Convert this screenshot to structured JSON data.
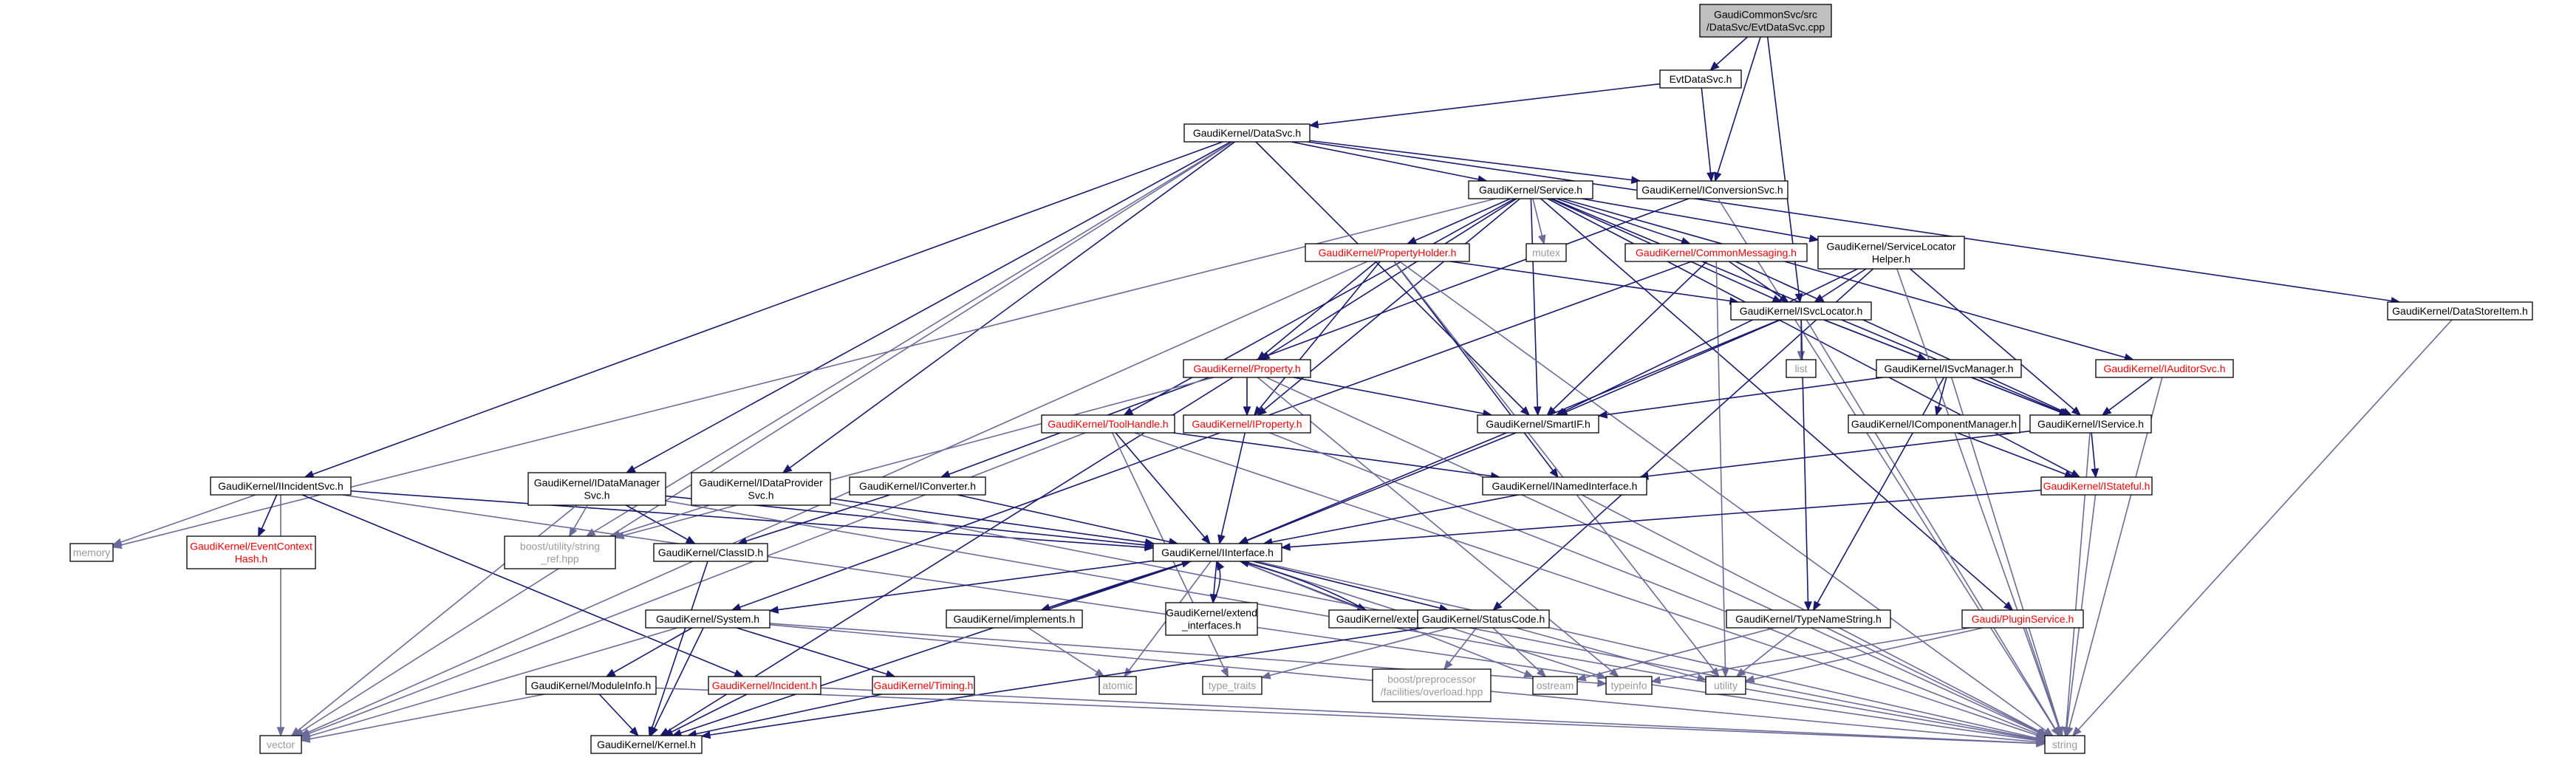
{
  "nodes": [
    {
      "id": "root",
      "lines": [
        "GaudiCommonSvc/src",
        "/DataSvc/EvtDataSvc.cpp"
      ],
      "color": "root"
    },
    {
      "id": "evtdatasvc",
      "lines": [
        "EvtDataSvc.h"
      ],
      "color": "black"
    },
    {
      "id": "datasvc",
      "lines": [
        "GaudiKernel/DataSvc.h"
      ],
      "color": "black"
    },
    {
      "id": "iconversionsvc",
      "lines": [
        "GaudiKernel/IConversionSvc.h"
      ],
      "color": "black"
    },
    {
      "id": "service",
      "lines": [
        "GaudiKernel/Service.h"
      ],
      "color": "black"
    },
    {
      "id": "propertyholder",
      "lines": [
        "GaudiKernel/PropertyHolder.h"
      ],
      "color": "red"
    },
    {
      "id": "mutex",
      "lines": [
        "mutex"
      ],
      "color": "gray"
    },
    {
      "id": "commonmessaging",
      "lines": [
        "GaudiKernel/CommonMessaging.h"
      ],
      "color": "red"
    },
    {
      "id": "servicelocatorhelper",
      "lines": [
        "GaudiKernel/ServiceLocator",
        "Helper.h"
      ],
      "color": "black"
    },
    {
      "id": "datastoreitem",
      "lines": [
        "GaudiKernel/DataStoreItem.h"
      ],
      "color": "black"
    },
    {
      "id": "isvclocator",
      "lines": [
        "GaudiKernel/ISvcLocator.h"
      ],
      "color": "black"
    },
    {
      "id": "list",
      "lines": [
        "list"
      ],
      "color": "gray"
    },
    {
      "id": "property",
      "lines": [
        "GaudiKernel/Property.h"
      ],
      "color": "red"
    },
    {
      "id": "isvcmanager",
      "lines": [
        "GaudiKernel/ISvcManager.h"
      ],
      "color": "black"
    },
    {
      "id": "iauditorsvc",
      "lines": [
        "GaudiKernel/IAuditorSvc.h"
      ],
      "color": "red"
    },
    {
      "id": "toolhandle",
      "lines": [
        "GaudiKernel/ToolHandle.h"
      ],
      "color": "red"
    },
    {
      "id": "iproperty",
      "lines": [
        "GaudiKernel/IProperty.h"
      ],
      "color": "red"
    },
    {
      "id": "smartif",
      "lines": [
        "GaudiKernel/SmartIF.h"
      ],
      "color": "black"
    },
    {
      "id": "icomponentmanager",
      "lines": [
        "GaudiKernel/IComponentManager.h"
      ],
      "color": "black"
    },
    {
      "id": "iservice",
      "lines": [
        "GaudiKernel/IService.h"
      ],
      "color": "black"
    },
    {
      "id": "iincidentsvc",
      "lines": [
        "GaudiKernel/IIncidentSvc.h"
      ],
      "color": "black"
    },
    {
      "id": "idatamanagersvc",
      "lines": [
        "GaudiKernel/IDataManager",
        "Svc.h"
      ],
      "color": "black"
    },
    {
      "id": "idataprovidersvc",
      "lines": [
        "GaudiKernel/IDataProvider",
        "Svc.h"
      ],
      "color": "black"
    },
    {
      "id": "iconverter",
      "lines": [
        "GaudiKernel/IConverter.h"
      ],
      "color": "black"
    },
    {
      "id": "inamedinterface",
      "lines": [
        "GaudiKernel/INamedInterface.h"
      ],
      "color": "black"
    },
    {
      "id": "istateful",
      "lines": [
        "GaudiKernel/IStateful.h"
      ],
      "color": "red"
    },
    {
      "id": "memory",
      "lines": [
        "memory"
      ],
      "color": "gray"
    },
    {
      "id": "eventcontexthash",
      "lines": [
        "GaudiKernel/EventContext",
        "Hash.h"
      ],
      "color": "red"
    },
    {
      "id": "stringref",
      "lines": [
        "boost/utility/string",
        "_ref.hpp"
      ],
      "color": "gray"
    },
    {
      "id": "classid",
      "lines": [
        "GaudiKernel/ClassID.h"
      ],
      "color": "black"
    },
    {
      "id": "iinterface",
      "lines": [
        "GaudiKernel/IInterface.h"
      ],
      "color": "black"
    },
    {
      "id": "system",
      "lines": [
        "GaudiKernel/System.h"
      ],
      "color": "black"
    },
    {
      "id": "implements",
      "lines": [
        "GaudiKernel/implements.h"
      ],
      "color": "black"
    },
    {
      "id": "extendinterfaces",
      "lines": [
        "GaudiKernel/extend",
        "_interfaces.h"
      ],
      "color": "black"
    },
    {
      "id": "extends",
      "lines": [
        "GaudiKernel/extends.h"
      ],
      "color": "black"
    },
    {
      "id": "statuscode",
      "lines": [
        "GaudiKernel/StatusCode.h"
      ],
      "color": "black"
    },
    {
      "id": "typenamestring",
      "lines": [
        "GaudiKernel/TypeNameString.h"
      ],
      "color": "black"
    },
    {
      "id": "pluginservice",
      "lines": [
        "Gaudi/PluginService.h"
      ],
      "color": "red"
    },
    {
      "id": "moduleinfo",
      "lines": [
        "GaudiKernel/ModuleInfo.h"
      ],
      "color": "black"
    },
    {
      "id": "iincident",
      "lines": [
        "GaudiKernel/Incident.h"
      ],
      "color": "red"
    },
    {
      "id": "timing",
      "lines": [
        "GaudiKernel/Timing.h"
      ],
      "color": "red"
    },
    {
      "id": "atomic",
      "lines": [
        "atomic"
      ],
      "color": "gray"
    },
    {
      "id": "typetraits",
      "lines": [
        "type_traits"
      ],
      "color": "gray"
    },
    {
      "id": "overload",
      "lines": [
        "boost/preprocessor",
        "/facilities/overload.hpp"
      ],
      "color": "gray"
    },
    {
      "id": "ostream",
      "lines": [
        "ostream"
      ],
      "color": "gray"
    },
    {
      "id": "typeinfo",
      "lines": [
        "typeinfo"
      ],
      "color": "gray"
    },
    {
      "id": "utility",
      "lines": [
        "utility"
      ],
      "color": "gray"
    },
    {
      "id": "vector",
      "lines": [
        "vector"
      ],
      "color": "gray"
    },
    {
      "id": "kernel",
      "lines": [
        "GaudiKernel/Kernel.h"
      ],
      "color": "black"
    },
    {
      "id": "string",
      "lines": [
        "string"
      ],
      "color": "gray"
    }
  ],
  "edges": [
    [
      "root",
      "evtdatasvc"
    ],
    [
      "root",
      "iconversionsvc"
    ],
    [
      "root",
      "isvclocator"
    ],
    [
      "evtdatasvc",
      "datasvc"
    ],
    [
      "evtdatasvc",
      "iconversionsvc"
    ],
    [
      "datasvc",
      "iconversionsvc"
    ],
    [
      "datasvc",
      "service"
    ],
    [
      "datasvc",
      "iincidentsvc"
    ],
    [
      "datasvc",
      "idatamanagersvc"
    ],
    [
      "datasvc",
      "idataprovidersvc"
    ],
    [
      "datasvc",
      "smartif"
    ],
    [
      "datasvc",
      "stringref"
    ],
    [
      "datasvc",
      "datastoreitem"
    ],
    [
      "datasvc",
      "vector"
    ],
    [
      "iconversionsvc",
      "iconverter"
    ],
    [
      "iconversionsvc",
      "string"
    ],
    [
      "service",
      "propertyholder"
    ],
    [
      "service",
      "mutex"
    ],
    [
      "service",
      "commonmessaging"
    ],
    [
      "service",
      "servicelocatorhelper"
    ],
    [
      "service",
      "isvclocator"
    ],
    [
      "service",
      "property"
    ],
    [
      "service",
      "iauditorsvc"
    ],
    [
      "service",
      "toolhandle"
    ],
    [
      "service",
      "iproperty"
    ],
    [
      "service",
      "smartif"
    ],
    [
      "service",
      "iservice"
    ],
    [
      "service",
      "istateful"
    ],
    [
      "service",
      "pluginservice"
    ],
    [
      "service",
      "memory"
    ],
    [
      "propertyholder",
      "property"
    ],
    [
      "propertyholder",
      "iproperty"
    ],
    [
      "propertyholder",
      "inamedinterface"
    ],
    [
      "propertyholder",
      "isvclocator"
    ],
    [
      "propertyholder",
      "vector"
    ],
    [
      "propertyholder",
      "utility"
    ],
    [
      "propertyholder",
      "string"
    ],
    [
      "commonmessaging",
      "isvclocator"
    ],
    [
      "commonmessaging",
      "smartif"
    ],
    [
      "commonmessaging",
      "iservice"
    ],
    [
      "commonmessaging",
      "utility"
    ],
    [
      "commonmessaging",
      "system"
    ],
    [
      "servicelocatorhelper",
      "isvclocator"
    ],
    [
      "servicelocatorhelper",
      "iservice"
    ],
    [
      "servicelocatorhelper",
      "statuscode"
    ],
    [
      "servicelocatorhelper",
      "smartif"
    ],
    [
      "servicelocatorhelper",
      "string"
    ],
    [
      "datastoreitem",
      "string"
    ],
    [
      "isvclocator",
      "list"
    ],
    [
      "isvclocator",
      "isvcmanager"
    ],
    [
      "isvclocator",
      "smartif"
    ],
    [
      "isvclocator",
      "iinterface"
    ],
    [
      "isvclocator",
      "typenamestring"
    ],
    [
      "isvclocator",
      "iservice"
    ],
    [
      "isvclocator",
      "string"
    ],
    [
      "property",
      "iproperty"
    ],
    [
      "property",
      "smartif"
    ],
    [
      "property",
      "kernel"
    ],
    [
      "property",
      "stringref"
    ],
    [
      "property",
      "typeinfo"
    ],
    [
      "property",
      "string"
    ],
    [
      "isvcmanager",
      "icomponentmanager"
    ],
    [
      "isvcmanager",
      "iservice"
    ],
    [
      "isvcmanager",
      "smartif"
    ],
    [
      "isvcmanager",
      "typenamestring"
    ],
    [
      "isvcmanager",
      "string"
    ],
    [
      "iauditorsvc",
      "iservice"
    ],
    [
      "iauditorsvc",
      "string"
    ],
    [
      "toolhandle",
      "inamedinterface"
    ],
    [
      "toolhandle",
      "iinterface"
    ],
    [
      "toolhandle",
      "vector"
    ],
    [
      "toolhandle",
      "string"
    ],
    [
      "toolhandle",
      "typetraits"
    ],
    [
      "iproperty",
      "iinterface"
    ],
    [
      "iproperty",
      "string"
    ],
    [
      "smartif",
      "iinterface"
    ],
    [
      "icomponentmanager",
      "istateful"
    ],
    [
      "iservice",
      "inamedinterface"
    ],
    [
      "iservice",
      "istateful"
    ],
    [
      "iservice",
      "string"
    ],
    [
      "iincidentsvc",
      "iinterface"
    ],
    [
      "iincidentsvc",
      "memory"
    ],
    [
      "iincidentsvc",
      "eventcontexthash"
    ],
    [
      "iincidentsvc",
      "iincident"
    ],
    [
      "iincidentsvc",
      "vector"
    ],
    [
      "iincidentsvc",
      "string"
    ],
    [
      "idatamanagersvc",
      "classid"
    ],
    [
      "idatamanagersvc",
      "iinterface"
    ],
    [
      "idatamanagersvc",
      "stringref"
    ],
    [
      "idatamanagersvc",
      "string"
    ],
    [
      "idatamanagersvc",
      "vector"
    ],
    [
      "idataprovidersvc",
      "iinterface"
    ],
    [
      "idataprovidersvc",
      "stringref"
    ],
    [
      "idataprovidersvc",
      "string"
    ],
    [
      "iconverter",
      "iinterface"
    ],
    [
      "iconverter",
      "classid"
    ],
    [
      "inamedinterface",
      "iinterface"
    ],
    [
      "inamedinterface",
      "string"
    ],
    [
      "istateful",
      "iinterface"
    ],
    [
      "istateful",
      "string"
    ],
    [
      "classid",
      "kernel"
    ],
    [
      "iinterface",
      "system"
    ],
    [
      "iinterface",
      "implements"
    ],
    [
      "iinterface",
      "extendinterfaces"
    ],
    [
      "iinterface",
      "extends"
    ],
    [
      "iinterface",
      "statuscode"
    ],
    [
      "iinterface",
      "atomic"
    ],
    [
      "iinterface",
      "typeinfo"
    ],
    [
      "iinterface",
      "ostream"
    ],
    [
      "iinterface",
      "kernel"
    ],
    [
      "iinterface",
      "string"
    ],
    [
      "implements",
      "iinterface"
    ],
    [
      "implements",
      "atomic"
    ],
    [
      "extendinterfaces",
      "iinterface"
    ],
    [
      "extends",
      "iinterface"
    ],
    [
      "system",
      "kernel"
    ],
    [
      "system",
      "moduleinfo"
    ],
    [
      "system",
      "timing"
    ],
    [
      "system",
      "typeinfo"
    ],
    [
      "system",
      "vector"
    ],
    [
      "system",
      "string"
    ],
    [
      "statuscode",
      "kernel"
    ],
    [
      "statuscode",
      "overload"
    ],
    [
      "statuscode",
      "ostream"
    ],
    [
      "statuscode",
      "utility"
    ],
    [
      "statuscode",
      "typetraits"
    ],
    [
      "typenamestring",
      "string"
    ],
    [
      "typenamestring",
      "ostream"
    ],
    [
      "typenamestring",
      "utility"
    ],
    [
      "pluginservice",
      "string"
    ],
    [
      "pluginservice",
      "typeinfo"
    ],
    [
      "pluginservice",
      "utility"
    ],
    [
      "moduleinfo",
      "kernel"
    ],
    [
      "moduleinfo",
      "string"
    ],
    [
      "moduleinfo",
      "vector"
    ],
    [
      "iincident",
      "kernel"
    ],
    [
      "iincident",
      "string"
    ],
    [
      "timing",
      "kernel"
    ]
  ],
  "colors": {
    "root_fill": "#bfbfbf",
    "node_fill": "#ffffff",
    "text_black": "#000000",
    "text_red": "#ff0000",
    "text_gray": "#9a9a9a",
    "edge": "#191970",
    "edge_gray": "#6b6b9a"
  }
}
